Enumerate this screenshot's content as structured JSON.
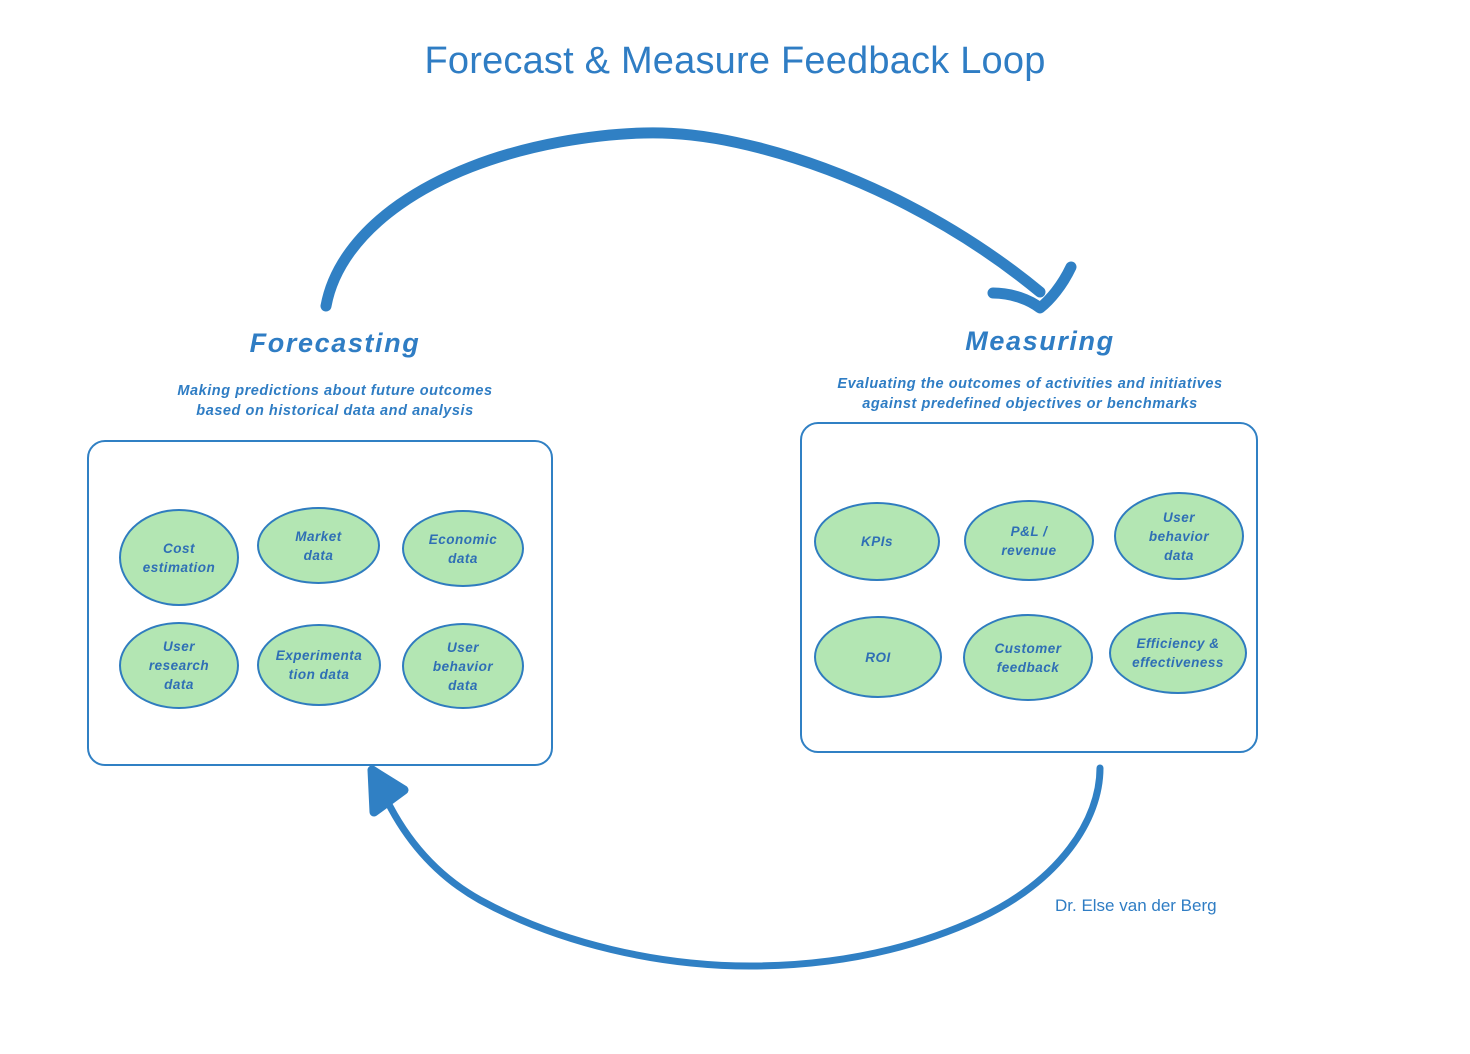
{
  "title": "Forecast & Measure Feedback Loop",
  "attribution": "Dr. Else van der Berg",
  "colors": {
    "accent_blue": "#2f7dc4",
    "arrow_blue": "#3080c4",
    "node_fill_green": "#b3e6b3",
    "node_stroke_blue": "#2f7cbf",
    "background": "#ffffff"
  },
  "sections": [
    {
      "id": "forecasting",
      "heading": "Forecasting",
      "description": "Making predictions about future outcomes\nbased on historical data and analysis",
      "nodes": [
        {
          "label": "Cost\nestimation"
        },
        {
          "label": "Market\ndata"
        },
        {
          "label": "Economic\ndata"
        },
        {
          "label": "User\nresearch\ndata"
        },
        {
          "label": "Experimenta\ntion data"
        },
        {
          "label": "User\nbehavior\ndata"
        }
      ]
    },
    {
      "id": "measuring",
      "heading": "Measuring",
      "description": "Evaluating the outcomes of activities and initiatives\nagainst predefined objectives or benchmarks",
      "nodes": [
        {
          "label": "KPIs"
        },
        {
          "label": "P&L /\nrevenue"
        },
        {
          "label": "User\nbehavior\ndata"
        },
        {
          "label": "ROI"
        },
        {
          "label": "Customer\nfeedback"
        },
        {
          "label": "Efficiency &\neffectiveness"
        }
      ]
    }
  ],
  "arrows": [
    {
      "id": "forecasting-to-measuring",
      "direction": "right"
    },
    {
      "id": "measuring-to-forecasting",
      "direction": "left"
    }
  ],
  "chart_data": {
    "type": "diagram",
    "title": "Forecast & Measure Feedback Loop",
    "layout": "two-stage cycle",
    "stages": [
      "Forecasting",
      "Measuring"
    ],
    "edges": [
      {
        "from": "Forecasting",
        "to": "Measuring"
      },
      {
        "from": "Measuring",
        "to": "Forecasting"
      }
    ]
  }
}
